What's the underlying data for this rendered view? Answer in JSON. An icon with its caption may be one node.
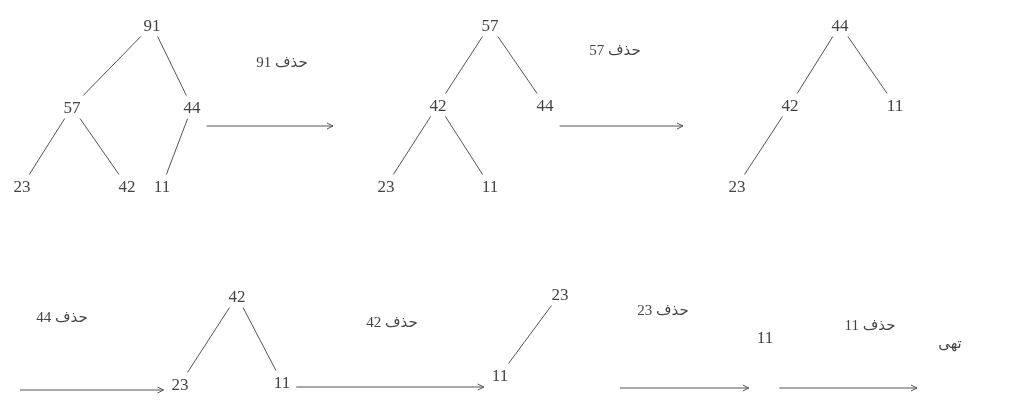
{
  "diagram": {
    "nodes": [
      {
        "text": [
          "91"
        ]
      },
      {
        "text": [
          "57"
        ]
      },
      {
        "text": [
          "44"
        ]
      },
      {
        "text": [
          "23"
        ]
      },
      {
        "text": [
          "42"
        ]
      },
      {
        "text": [
          "11"
        ]
      },
      {
        "text": [
          "57"
        ]
      },
      {
        "text": [
          "42"
        ]
      },
      {
        "text": [
          "44"
        ]
      },
      {
        "text": [
          "23"
        ]
      },
      {
        "text": [
          "11"
        ]
      },
      {
        "text": [
          "44"
        ]
      },
      {
        "text": [
          "42"
        ]
      },
      {
        "text": [
          "11"
        ]
      },
      {
        "text": [
          "23"
        ]
      },
      {
        "text": [
          "42"
        ]
      },
      {
        "text": [
          "23"
        ]
      },
      {
        "text": [
          "11"
        ]
      },
      {
        "text": [
          "23"
        ]
      },
      {
        "text": [
          "11"
        ]
      },
      {
        "text": [
          "11"
        ]
      },
      {
        "text": [
          "تهی"
        ]
      }
    ],
    "edges": [
      {
        "from": 0,
        "to": 1,
        "arrow": "none"
      },
      {
        "from": 0,
        "to": 2,
        "arrow": "none"
      },
      {
        "from": 1,
        "to": 3,
        "arrow": "none"
      },
      {
        "from": 1,
        "to": 4,
        "arrow": "none"
      },
      {
        "from": 2,
        "to": 5,
        "arrow": "none"
      },
      {
        "from": 6,
        "to": 7,
        "arrow": "none"
      },
      {
        "from": 6,
        "to": 8,
        "arrow": "none"
      },
      {
        "from": 7,
        "to": 9,
        "arrow": "none"
      },
      {
        "from": 7,
        "to": 10,
        "arrow": "none"
      },
      {
        "from": 11,
        "to": 12,
        "arrow": "none"
      },
      {
        "from": 11,
        "to": 13,
        "arrow": "none"
      },
      {
        "from": 12,
        "to": 14,
        "arrow": "none"
      },
      {
        "from": 15,
        "to": 16,
        "arrow": "none"
      },
      {
        "from": 15,
        "to": 17,
        "arrow": "none"
      },
      {
        "from": 18,
        "to": 19,
        "arrow": "none"
      },
      {
        "from": 2,
        "to": null,
        "arrow": "to",
        "label": "حذف 91"
      },
      {
        "from": 8,
        "to": null,
        "arrow": "to",
        "label": "حذف 57"
      },
      {
        "from": null,
        "to": 16,
        "arrow": "to",
        "label": "حذف 44"
      },
      {
        "from": 17,
        "to": 19,
        "arrow": "to",
        "label": "حذف 42"
      },
      {
        "from": null,
        "to": 20,
        "arrow": "to",
        "label": "حذف 23"
      },
      {
        "from": 20,
        "to": 21,
        "arrow": "to",
        "label": "حذف 11"
      }
    ]
  }
}
